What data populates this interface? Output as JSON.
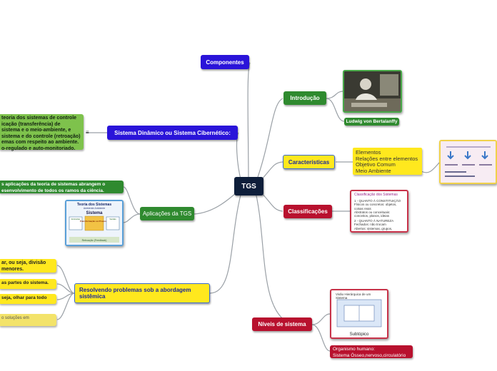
{
  "center": {
    "label": "TGS"
  },
  "colors": {
    "blue": "#2a14d9",
    "green": "#2f8a2f",
    "yellow": "#ffe81e",
    "red": "#b8112e",
    "center": "#0e1e3a",
    "link": "#9aa0a6"
  },
  "topics": {
    "componentes": "Componentes",
    "introducao": "Introdução",
    "caracteristicas": "Características",
    "classificacoes": "Classificações",
    "niveis": "Níveis de sistema",
    "dinamico": "Sistema Dinâmico ou Sistema Cibernético:",
    "aplicacoes": "Aplicações da TGS",
    "resolvendo_l1": "Resolvendo problemas sob a abordagem",
    "resolvendo_l2": "sistêmica"
  },
  "introducao": {
    "photo_caption": "Ludwig von Bertalanffy"
  },
  "caracteristicas": {
    "items": [
      "Elementos",
      "Relações entre elementos",
      "Objetivo Comum",
      "Meio Ambiente"
    ]
  },
  "classificacoes": {
    "thumb_title": "Classificação dos Sistemas",
    "thumb_lines": [
      "1 - QUANTO À CONSTITUIÇÃO",
      "Físicos ou concretos: objetos, coisas reais",
      "Abstratos ou conceituais: conceitos, planos, ideias",
      "2 - QUANTO À NATUREZA",
      "Fechados: não trocam",
      "Abertos: sistemas, grupos, organizações sociedade"
    ]
  },
  "niveis": {
    "thumb_title": "Visão Hierárquica de um Sistema",
    "caption": "Subtópico",
    "organismo_l1": "Organismo humano:",
    "organismo_l2": "Sistema Ósseo,nervoso,circulatório"
  },
  "dinamico": {
    "icon": "list-icon",
    "note_lines": [
      "teoria dos sistemas de controle",
      "icação (transferência) de",
      "sistema e o meio-ambiente, e",
      "sistema e do controle (retroação)",
      "emas com respeito ao ambiente.",
      "o-regulado e auto-monitoriado."
    ]
  },
  "aplicacoes": {
    "note_l1": "s aplicações da teoria de sistemas abrangem o",
    "note_l2": "esenvolvimento de todos os ramos da ciência.",
    "thumb_title_l1": "Teoria dos Sistemas",
    "thumb_title_l2": "Ambiente    Ambiente",
    "thumb_sistema": "Sistema",
    "thumb_entradas": "Entradas",
    "thumb_processo": "Transformação ou Processo",
    "thumb_saidas": "Saídas",
    "thumb_retro": "Retroação (Feedback)"
  },
  "resolvendo": {
    "notes": [
      [
        "ar, ou seja, divisão",
        "menores."
      ],
      [
        "as partes do sistema."
      ],
      [
        "seja, olhar para todo"
      ],
      [
        "o soluções em"
      ]
    ]
  }
}
